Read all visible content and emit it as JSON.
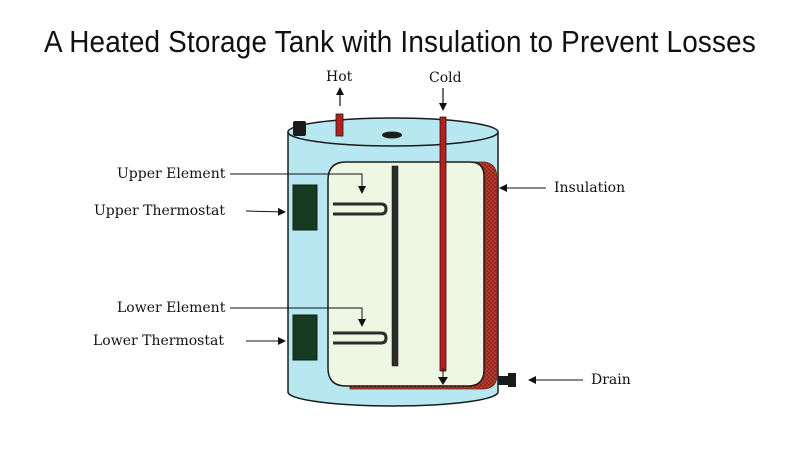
{
  "title": "A Heated Storage Tank with Insulation to Prevent Losses",
  "labels": {
    "hot": "Hot",
    "cold": "Cold",
    "upper_element": "Upper Element",
    "upper_thermostat": "Upper Thermostat",
    "insulation": "Insulation",
    "lower_element": "Lower Element",
    "lower_thermostat": "Lower Thermostat",
    "drain": "Drain"
  },
  "colors": {
    "tank_shell": "#b7e7f1",
    "tank_outline": "#1b1b1b",
    "inner_tank": "#eef7e3",
    "insulation": "#b13a2c",
    "pipe": "#b5201d",
    "element": "#2c2c2c",
    "thermostat": "#173a22"
  }
}
